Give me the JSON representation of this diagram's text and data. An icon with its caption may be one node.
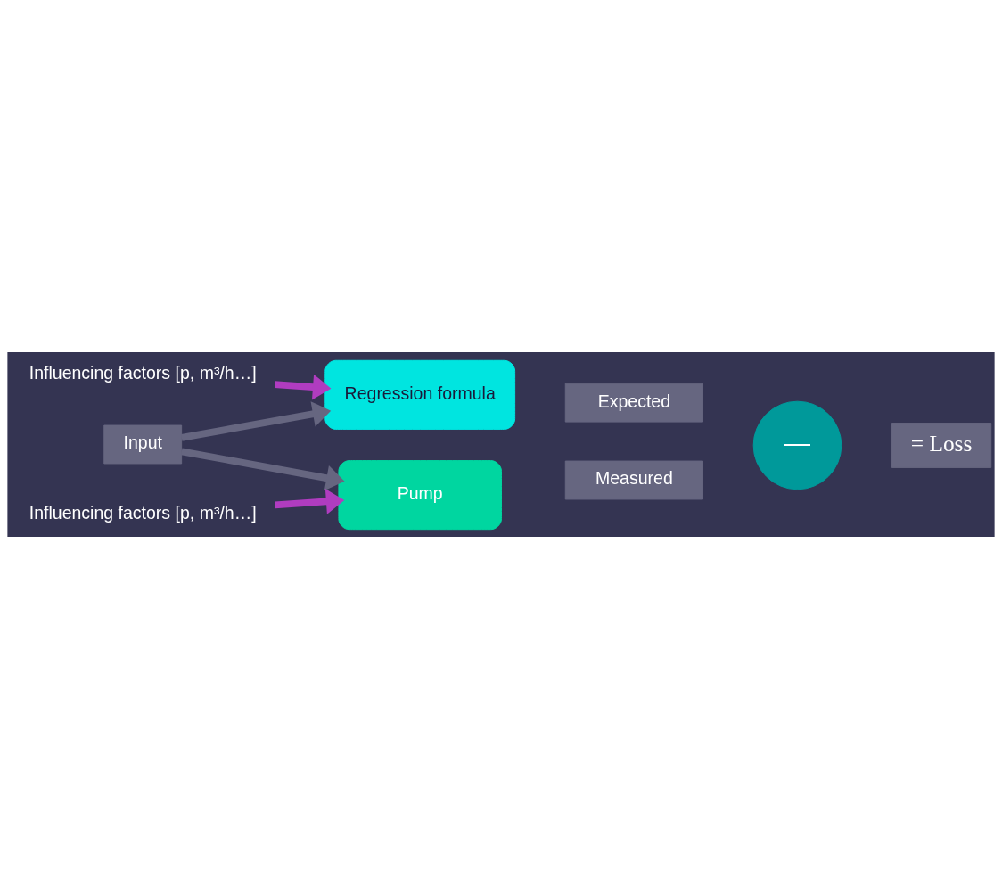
{
  "diagram": {
    "nodes": [
      {
        "text": [
          "Input"
        ]
      },
      {
        "text": [
          "Regression formula"
        ]
      },
      {
        "text": [
          "Pump"
        ]
      },
      {
        "text": [
          "Influencing factors [p, m³/h…]"
        ]
      },
      {
        "text": [
          "Influencing factors [p, m³/h…]"
        ]
      },
      {
        "text": [
          "Expected"
        ]
      },
      {
        "text": [
          "—"
        ]
      },
      {
        "text": [
          "Measured"
        ]
      },
      {
        "text": [
          "= Loss"
        ]
      }
    ],
    "edges": [
      {
        "from": 0,
        "to": 1,
        "arrow": "to"
      },
      {
        "from": 0,
        "to": 2,
        "arrow": "to"
      },
      {
        "from": 3,
        "to": 1,
        "arrow": "to",
        "color": "#b03cc0"
      },
      {
        "from": 4,
        "to": 2,
        "arrow": "to",
        "color": "#b03cc0"
      }
    ]
  }
}
